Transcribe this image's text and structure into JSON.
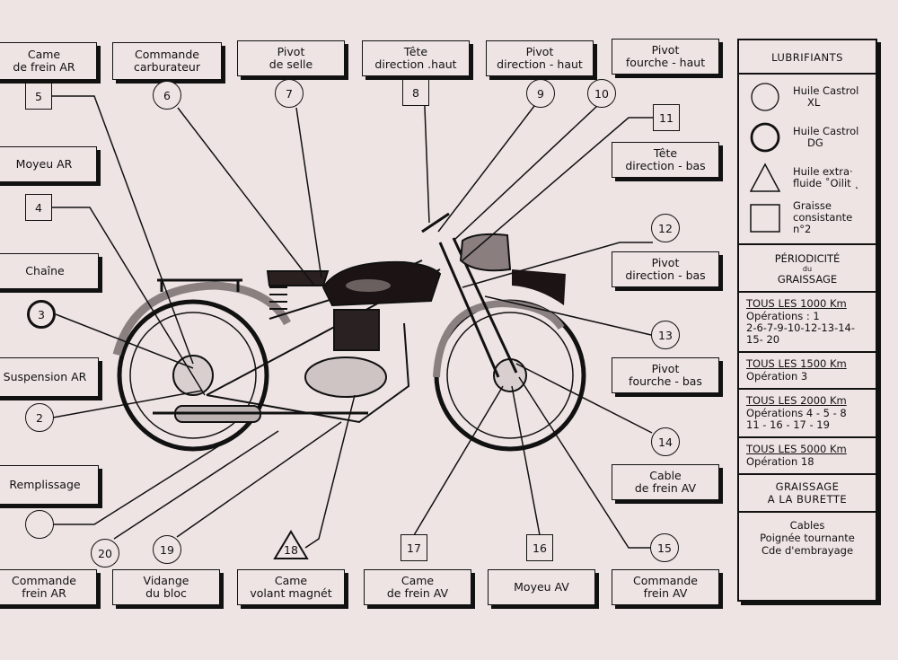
{
  "colors": {
    "paper": "#efe4e4",
    "ink": "#111111"
  },
  "parts": [
    {
      "id": "1",
      "number": "",
      "symbol": "circle",
      "label": [
        "Remplissage"
      ]
    },
    {
      "id": "2",
      "number": "2",
      "symbol": "circle",
      "label": [
        "Suspension AR"
      ]
    },
    {
      "id": "3",
      "number": "3",
      "symbol": "circle-thick",
      "label": [
        "Chaîne"
      ]
    },
    {
      "id": "4",
      "number": "4",
      "symbol": "square",
      "label": [
        "Moyeu AR"
      ]
    },
    {
      "id": "5",
      "number": "5",
      "symbol": "square",
      "label": [
        "Came",
        "de frein AR"
      ]
    },
    {
      "id": "6",
      "number": "6",
      "symbol": "circle",
      "label": [
        "Commande",
        "carburateur"
      ]
    },
    {
      "id": "7",
      "number": "7",
      "symbol": "circle",
      "label": [
        "Pivot",
        "de selle"
      ]
    },
    {
      "id": "8",
      "number": "8",
      "symbol": "square",
      "label": [
        "Tête",
        "direction .haut"
      ]
    },
    {
      "id": "9",
      "number": "9",
      "symbol": "circle",
      "label": [
        "Pivot",
        "direction - haut"
      ]
    },
    {
      "id": "10",
      "number": "10",
      "symbol": "circle",
      "label": [
        "Pivot",
        "fourche - haut"
      ]
    },
    {
      "id": "11",
      "number": "11",
      "symbol": "square",
      "label": [
        "Tête",
        "direction - bas"
      ]
    },
    {
      "id": "12",
      "number": "12",
      "symbol": "circle",
      "label": [
        "Pivot",
        "direction - bas"
      ]
    },
    {
      "id": "13",
      "number": "13",
      "symbol": "circle",
      "label": [
        "Pivot",
        "fourche - bas"
      ]
    },
    {
      "id": "14",
      "number": "14",
      "symbol": "circle",
      "label": [
        "Cable",
        "de frein AV"
      ]
    },
    {
      "id": "15",
      "number": "15",
      "symbol": "circle",
      "label": [
        "Commande",
        "frein AV"
      ]
    },
    {
      "id": "16",
      "number": "16",
      "symbol": "square",
      "label": [
        "Moyeu AV"
      ]
    },
    {
      "id": "17",
      "number": "17",
      "symbol": "square",
      "label": [
        "Came",
        "de frein AV"
      ]
    },
    {
      "id": "18",
      "number": "18",
      "symbol": "triangle",
      "label": [
        "Came",
        "volant magnét"
      ]
    },
    {
      "id": "19",
      "number": "19",
      "symbol": "circle",
      "label": [
        "Vidange",
        "du bloc"
      ]
    },
    {
      "id": "20",
      "number": "20",
      "symbol": "circle",
      "label": [
        "Commande",
        "frein AR"
      ]
    }
  ],
  "legend": {
    "title": "LUBRIFIANTS",
    "items": [
      {
        "symbol": "circle",
        "lines": [
          "Huile Castrol",
          "XL"
        ]
      },
      {
        "symbol": "circle-thick",
        "lines": [
          "Huile Castrol",
          "DG"
        ]
      },
      {
        "symbol": "triangle",
        "lines": [
          "Huile extra·",
          "fluide ˚Oilit ˛"
        ]
      },
      {
        "symbol": "square",
        "lines": [
          "Graisse",
          "consistante",
          "n°2"
        ]
      }
    ],
    "periodicity_title": [
      "PÉRIODICITÉ",
      "du",
      "GRAISSAGE"
    ],
    "schedules": [
      {
        "interval": "TOUS LES  1000 Km",
        "operations": [
          "Opérations : 1",
          "2-6-7-9-10-12-13-14-",
          "15- 20"
        ]
      },
      {
        "interval": "TOUS LES 1500 Km",
        "operations": [
          "Opération 3"
        ]
      },
      {
        "interval": "TOUS LES 2000 Km",
        "operations": [
          "Opérations 4 - 5 - 8",
          "11 - 16 - 17 - 19"
        ]
      },
      {
        "interval": "TOUS LES 5000 Km",
        "operations": [
          "Opération 18"
        ]
      }
    ],
    "burette_title": [
      "GRAISSAGE",
      "A LA BURETTE"
    ],
    "burette_items": [
      "Cables",
      "Poignée  tournante",
      "Cde d'embrayage"
    ]
  }
}
